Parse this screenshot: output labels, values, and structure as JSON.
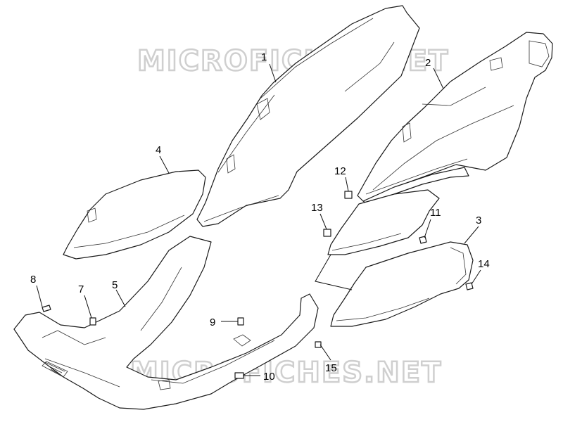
{
  "watermark": {
    "text_top": "MICROFICHES.NET",
    "text_bottom": "MICROFICHES.NET"
  },
  "callouts": [
    "1",
    "2",
    "3",
    "4",
    "5",
    "7",
    "8",
    "9",
    "10",
    "11",
    "12",
    "13",
    "14",
    "15"
  ],
  "colors": {
    "line": "#1a1a1a",
    "fill": "#ffffff",
    "watermark": "#cfcfcf"
  }
}
